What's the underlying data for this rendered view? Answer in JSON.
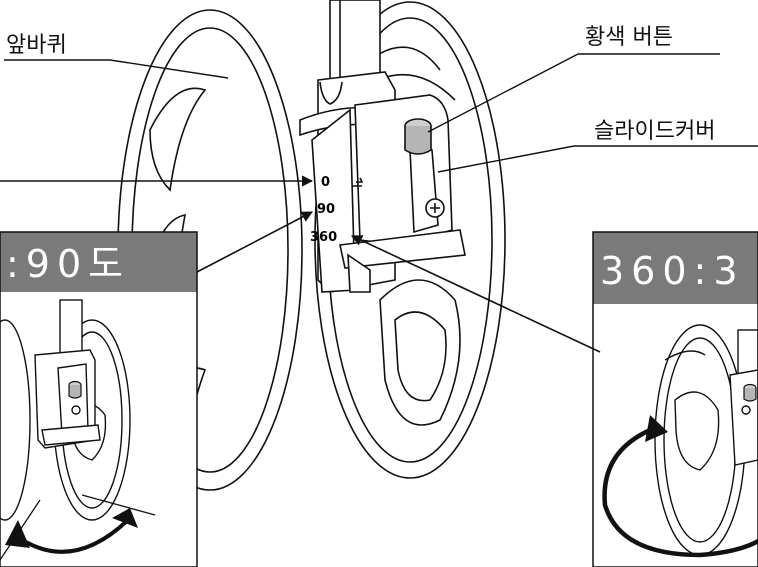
{
  "labels": {
    "front_wheel": "앞바퀴",
    "yellow_button": "황색 버튼",
    "slide_cover": "슬라이드커버"
  },
  "dial": {
    "mark_0": "0",
    "mark_90": "90",
    "mark_360": "360"
  },
  "insets": {
    "left_title": ":90도",
    "right_title": "360:3"
  },
  "colors": {
    "line": "#111111",
    "banner": "#7a7a7a",
    "banner_text": "#ffffff",
    "button_fill": "#b5b5b5"
  }
}
